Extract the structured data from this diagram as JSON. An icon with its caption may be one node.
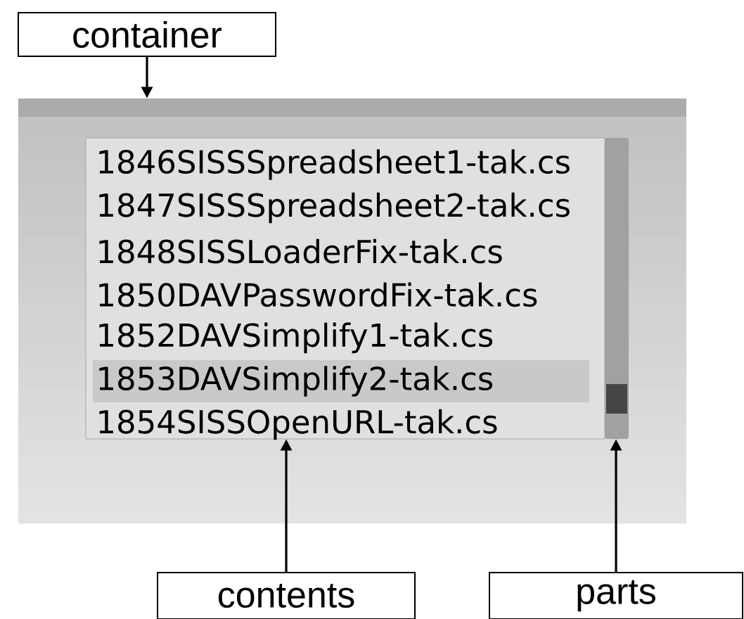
{
  "diagram": {
    "nodes": [
      {
        "text": [
          "container"
        ]
      },
      {
        "text": [],
        "shape": "box"
      },
      {
        "text": [
          "1846SISSSpreadsheet1-tak.cs",
          "1847SISSSpreadsheet2-tak.cs",
          "1848SISSLoaderFix-tak.cs",
          "1850DAVPasswordFix-tak.cs",
          "1852DAVSimplify1-tak.cs",
          "1853DAVSimplify2-tak.cs",
          "1854SISSOpenURL-tak.cs"
        ],
        "in": 1
      },
      {
        "text": [],
        "shape": "bar",
        "in": 1
      },
      {
        "text": [
          "contents"
        ]
      },
      {
        "text": [
          "parts"
        ]
      }
    ],
    "edges": [
      {
        "from": 0,
        "to": 1,
        "arrow": "to"
      },
      {
        "from": 4,
        "to": 2,
        "arrow": "to"
      },
      {
        "from": 5,
        "to": 3,
        "arrow": "to"
      }
    ]
  }
}
